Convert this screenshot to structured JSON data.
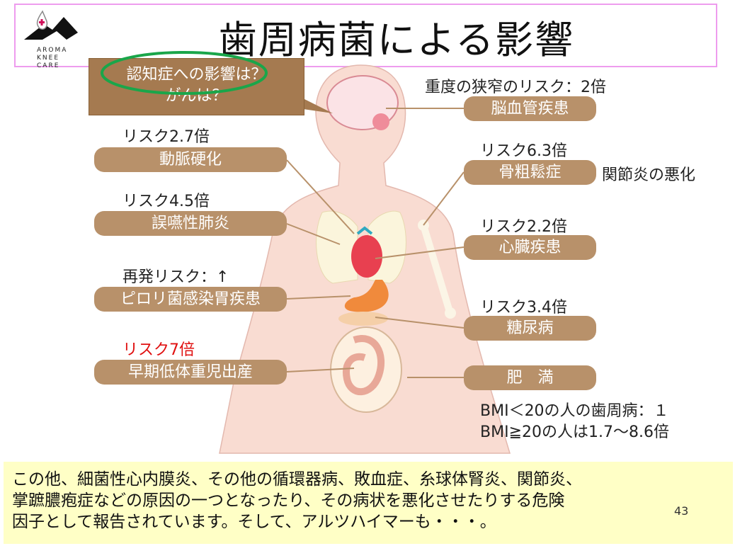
{
  "title": "歯周病菌による影響",
  "logo": {
    "lines": [
      "AROMA",
      "KNEE",
      "CARE"
    ]
  },
  "callout": {
    "line1": "認知症への影響は？",
    "line2": "がんは？"
  },
  "left_items": [
    {
      "risk": "リスク2.7倍",
      "label": "動脈硬化"
    },
    {
      "risk": "リスク4.5倍",
      "label": "誤嚥性肺炎"
    },
    {
      "risk": "再発リスク：↑",
      "label": "ピロリ菌感染胃疾患"
    },
    {
      "risk": "リスク7倍",
      "label": "早期低体重児出産"
    }
  ],
  "right_items": [
    {
      "risk": "重度の狭窄のリスク：2倍",
      "label": "脳血管疾患"
    },
    {
      "risk": "リスク6.3倍",
      "label": "骨粗鬆症",
      "extra": "関節炎の悪化"
    },
    {
      "risk": "リスク2.2倍",
      "label": "心臓疾患"
    },
    {
      "risk": "リスク3.4倍",
      "label": "糖尿病"
    },
    {
      "label": "肥　満",
      "note1": "BMI＜20の人の歯周病：１",
      "note2": "BMI≧20の人は1.7～8.6倍"
    }
  ],
  "note": {
    "line1": "この他、細菌性心内膜炎、その他の循環器病、敗血症、糸球体腎炎、関節炎、",
    "line2": "掌蹠膿疱症などの原因の一つとなったり、その病状を悪化させたりする危険",
    "line3": "因子として報告されています。そして、アルツハイマーも・・・。"
  },
  "page_number": "43",
  "colors": {
    "pill": "#b8916a",
    "callout": "#a57a50",
    "highlight": "#1aa64a",
    "risk_red": "#e01010",
    "note_bg": "#ffffc6",
    "title_border": "#ee9cee"
  }
}
